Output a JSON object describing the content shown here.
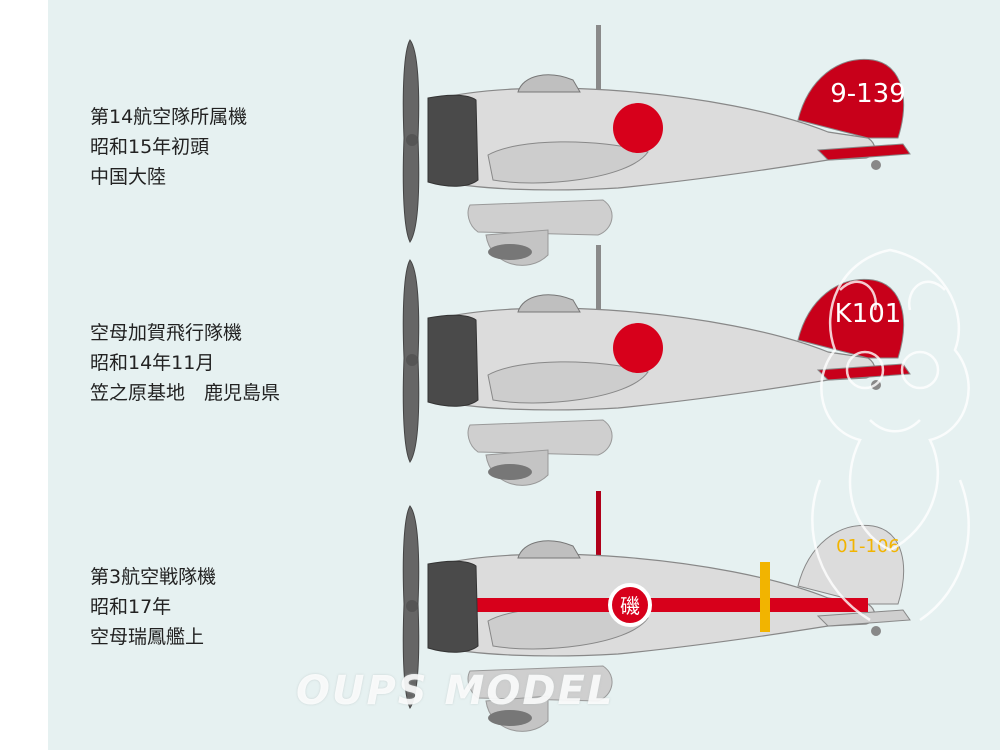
{
  "background_color": "#e6f1f1",
  "colors": {
    "hinomaru": "#d7001b",
    "fuselage": "#dcdcdc",
    "tail_red": "#c8001a",
    "cowling": "#4a4a4a",
    "yellow_band": "#f2b400"
  },
  "entries": [
    {
      "caption_lines": [
        "第14航空隊所属機",
        "昭和15年初頭",
        "中国大陸"
      ],
      "tail_code": "9-139",
      "tail_style": "red-tail",
      "fuselage_band": "none",
      "antenna_color": "#8a8a8a"
    },
    {
      "caption_lines": [
        "空母加賀飛行隊機",
        "昭和14年11月",
        "笠之原基地　鹿児島県"
      ],
      "tail_code": "K101",
      "tail_style": "red-tail",
      "fuselage_band": "none",
      "antenna_color": "#8a8a8a"
    },
    {
      "caption_lines": [
        "第3航空戦隊機",
        "昭和17年",
        "空母瑞鳳艦上"
      ],
      "tail_code": "01-106",
      "tail_style": "silver-tail-yellow-code",
      "fuselage_band": "red",
      "fuselage_kanji": "磯",
      "antenna_color": "#b0001a"
    }
  ],
  "watermark": {
    "text": "OUPS MODEL"
  }
}
